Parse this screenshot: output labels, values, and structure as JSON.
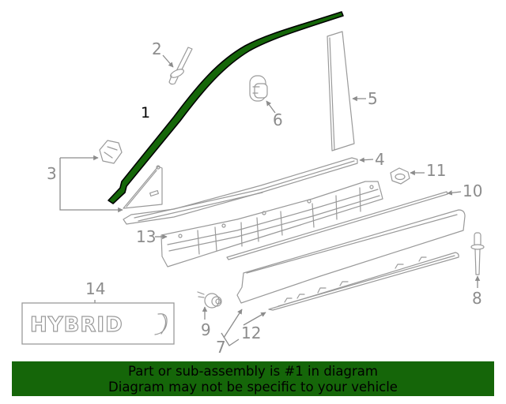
{
  "diagram": {
    "highlight_color": "#156609",
    "line_color": "#9a9a9a",
    "callouts": [
      {
        "id": "1",
        "label": "1",
        "highlighted": true
      },
      {
        "id": "2",
        "label": "2"
      },
      {
        "id": "3",
        "label": "3"
      },
      {
        "id": "4",
        "label": "4"
      },
      {
        "id": "5",
        "label": "5"
      },
      {
        "id": "6",
        "label": "6"
      },
      {
        "id": "7",
        "label": "7"
      },
      {
        "id": "8",
        "label": "8"
      },
      {
        "id": "9",
        "label": "9"
      },
      {
        "id": "10",
        "label": "10"
      },
      {
        "id": "11",
        "label": "11"
      },
      {
        "id": "12",
        "label": "12"
      },
      {
        "id": "13",
        "label": "13"
      },
      {
        "id": "14",
        "label": "14"
      }
    ],
    "emblem_text": "HYBRID"
  },
  "banner": {
    "line1": "Part or sub-assembly is #1 in diagram",
    "line2": "Diagram may not be specific to your vehicle",
    "background": "#156609"
  }
}
